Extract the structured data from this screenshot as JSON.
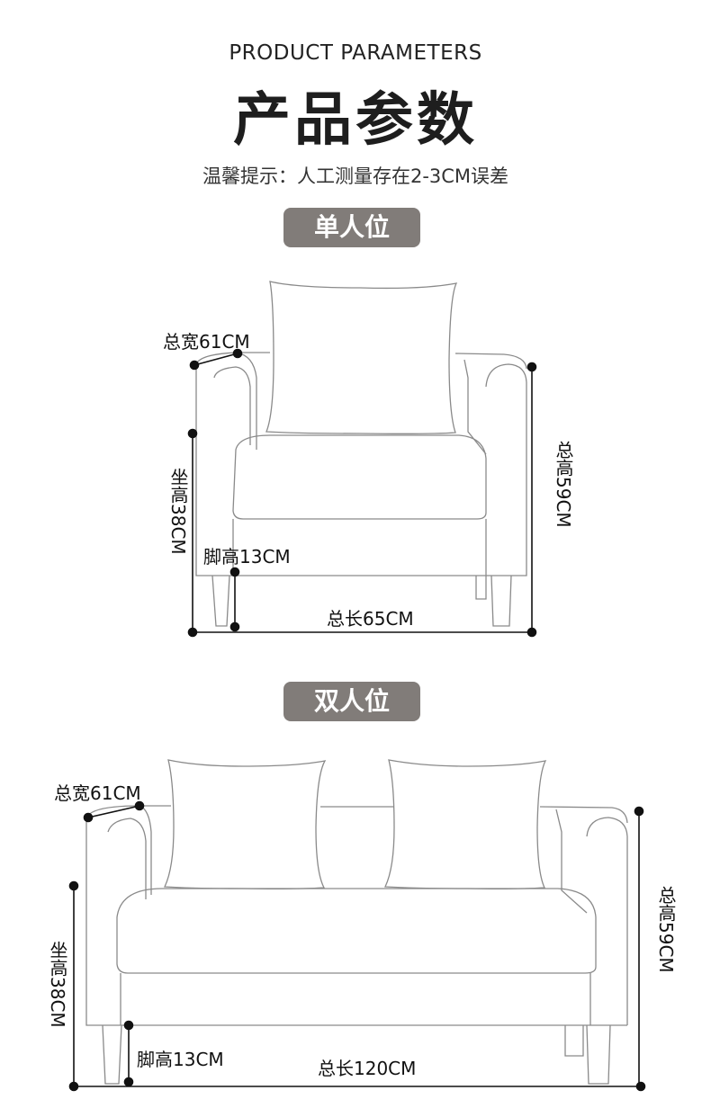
{
  "header": {
    "en_title": "PRODUCT PARAMETERS",
    "cn_title": "产品参数",
    "tip": "温馨提示：人工测量存在2-3CM误差"
  },
  "single": {
    "label": "单人位",
    "width": "总宽61CM",
    "seat_height": "坐高38CM",
    "leg_height": "脚高13CM",
    "length": "总长65CM",
    "total_height": "总高59CM"
  },
  "double": {
    "label": "双人位",
    "width": "总宽61CM",
    "seat_height": "坐高38CM",
    "leg_height": "脚高13CM",
    "length": "总长120CM",
    "total_height": "总高59CM"
  }
}
